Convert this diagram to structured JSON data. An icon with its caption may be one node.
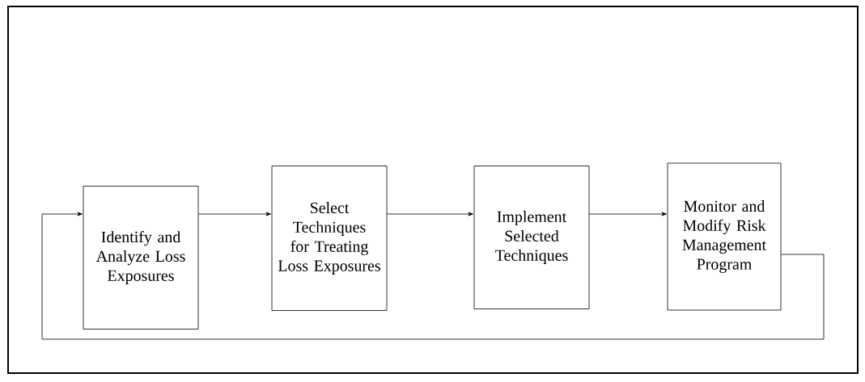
{
  "diagram": {
    "nodes": [
      {
        "text": [
          "Identify and Analyze Loss Exposures"
        ]
      },
      {
        "text": [
          "Select Techniques for Treating Loss Exposures"
        ]
      },
      {
        "text": [
          "Implement Selected Techniques"
        ]
      },
      {
        "text": [
          "Monitor and Modify Risk Management Program"
        ]
      }
    ],
    "edges": [
      {
        "from": 0,
        "to": 1,
        "arrow": "to"
      },
      {
        "from": 1,
        "to": 2,
        "arrow": "to"
      },
      {
        "from": 2,
        "to": 3,
        "arrow": "to"
      },
      {
        "from": 3,
        "to": 0,
        "arrow": "to"
      }
    ]
  }
}
